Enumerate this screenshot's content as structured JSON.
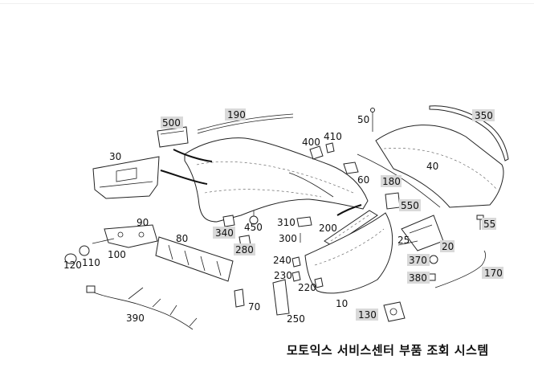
{
  "callouts": [
    {
      "id": "c190",
      "text": "190",
      "shaded": true
    },
    {
      "id": "c500",
      "text": "500",
      "shaded": true
    },
    {
      "id": "c30",
      "text": "30",
      "shaded": false
    },
    {
      "id": "c50",
      "text": "50",
      "shaded": false
    },
    {
      "id": "c350",
      "text": "350",
      "shaded": true
    },
    {
      "id": "c400",
      "text": "400",
      "shaded": false
    },
    {
      "id": "c410",
      "text": "410",
      "shaded": false
    },
    {
      "id": "c40",
      "text": "40",
      "shaded": false
    },
    {
      "id": "c60",
      "text": "60",
      "shaded": false
    },
    {
      "id": "c180",
      "text": "180",
      "shaded": true
    },
    {
      "id": "c550",
      "text": "550",
      "shaded": true
    },
    {
      "id": "c90",
      "text": "90",
      "shaded": false
    },
    {
      "id": "c80",
      "text": "80",
      "shaded": false
    },
    {
      "id": "c340",
      "text": "340",
      "shaded": true
    },
    {
      "id": "c450",
      "text": "450",
      "shaded": false
    },
    {
      "id": "c280",
      "text": "280",
      "shaded": true
    },
    {
      "id": "c310",
      "text": "310",
      "shaded": false
    },
    {
      "id": "c300",
      "text": "300",
      "shaded": false
    },
    {
      "id": "c200",
      "text": "200",
      "shaded": false
    },
    {
      "id": "c55",
      "text": "55",
      "shaded": true
    },
    {
      "id": "c25",
      "text": "25",
      "shaded": false
    },
    {
      "id": "c20",
      "text": "20",
      "shaded": true
    },
    {
      "id": "c120",
      "text": "120",
      "shaded": false
    },
    {
      "id": "c110",
      "text": "110",
      "shaded": false
    },
    {
      "id": "c100",
      "text": "100",
      "shaded": false
    },
    {
      "id": "c240",
      "text": "240",
      "shaded": false
    },
    {
      "id": "c230",
      "text": "230",
      "shaded": false
    },
    {
      "id": "c220",
      "text": "220",
      "shaded": false
    },
    {
      "id": "c370",
      "text": "370",
      "shaded": true
    },
    {
      "id": "c380",
      "text": "380",
      "shaded": true
    },
    {
      "id": "c170",
      "text": "170",
      "shaded": true
    },
    {
      "id": "c10",
      "text": "10",
      "shaded": false
    },
    {
      "id": "c70",
      "text": "70",
      "shaded": false
    },
    {
      "id": "c390",
      "text": "390",
      "shaded": false
    },
    {
      "id": "c250",
      "text": "250",
      "shaded": false
    },
    {
      "id": "c130",
      "text": "130",
      "shaded": true
    }
  ],
  "caption": "모토익스 서비스센터 부품 조회 시스템",
  "colors": {
    "line": "#222222",
    "label_bg": "#d9d9d9",
    "text": "#111111",
    "background": "#ffffff"
  }
}
